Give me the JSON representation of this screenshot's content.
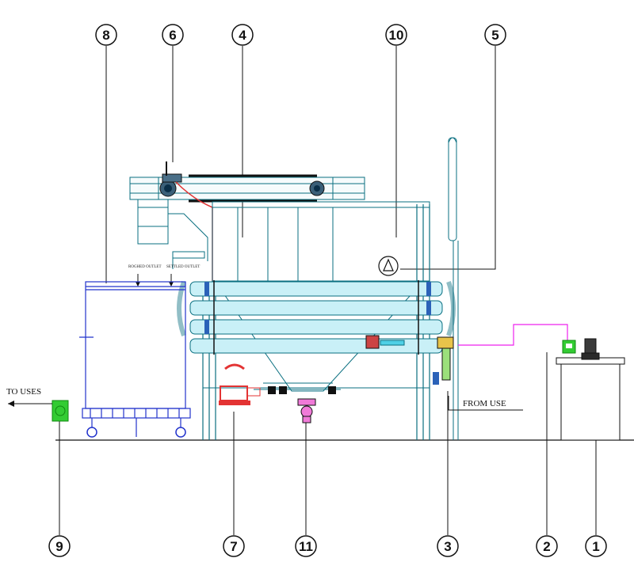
{
  "callouts": [
    {
      "id": "8",
      "label": "8"
    },
    {
      "id": "6",
      "label": "6"
    },
    {
      "id": "4",
      "label": "4"
    },
    {
      "id": "10",
      "label": "10"
    },
    {
      "id": "5",
      "label": "5"
    },
    {
      "id": "9",
      "label": "9"
    },
    {
      "id": "7",
      "label": "7"
    },
    {
      "id": "11",
      "label": "11"
    },
    {
      "id": "3",
      "label": "3"
    },
    {
      "id": "2",
      "label": "2"
    },
    {
      "id": "1",
      "label": "1"
    }
  ],
  "labels": {
    "to_users": "TO USES",
    "from_use": "FROM USE",
    "small_left": "ROGHED OUTLET",
    "small_right": "SETTLED OUTLET"
  },
  "colors": {
    "frame": "#4fd0e6",
    "frame_dark": "#0a6f80",
    "line": "#222222",
    "trolley": "#2233cc",
    "pump_green": "#33cc33",
    "red": "#e33333",
    "magenta": "#ee22ee",
    "valve_pink": "#f07ad8"
  }
}
